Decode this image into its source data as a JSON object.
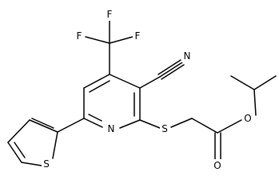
{
  "molecule": {
    "atoms": {
      "f_left": "F",
      "f_top": "F",
      "f_right": "F",
      "n_nitrile": "N",
      "n_ring": "N",
      "s_thioether": "S",
      "s_thiophene": "S",
      "o_carbonyl": "O",
      "o_ester": "O"
    }
  }
}
